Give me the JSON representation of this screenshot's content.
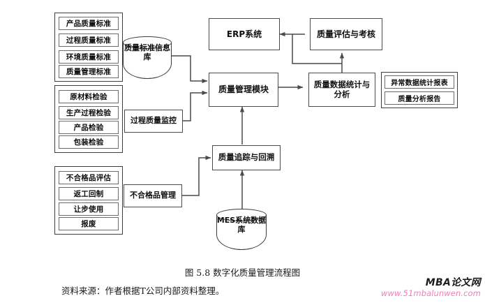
{
  "figure": {
    "caption": "图 5.8  数字化质量管理流程图",
    "source": "资料来源：作者根据T公司内部资料整理。"
  },
  "watermark": {
    "brand": "MBA论文网",
    "url": "www.51mbalunwen.com",
    "url_color": "#ef7fb7",
    "brand_color": "#1c1c1c"
  },
  "style": {
    "stroke": "#4a4a4a",
    "chip_stroke": "#6b6b6b",
    "background": "#ffffff",
    "text": "#0d0d0d"
  },
  "groups": [
    {
      "id": "standards-group",
      "items": [
        "产品质量标准",
        "过程质量标准",
        "环境质量标准",
        "质量管理标准"
      ]
    },
    {
      "id": "inspection-group",
      "items": [
        "原材料检验",
        "生产过程检验",
        "产品检验",
        "包装检验"
      ]
    },
    {
      "id": "nonconforming-group",
      "items": [
        "不合格品评估",
        "返工回制",
        "让步使用",
        "报废"
      ]
    },
    {
      "id": "reports-group",
      "items": [
        "异常数据统计报表",
        "质量分析报告"
      ]
    }
  ],
  "nodes": {
    "quality_standard_db": "质量标准信息库",
    "process_quality_monitor": "过程质量监控",
    "nonconforming_management": "不合格品管理",
    "erp_system": "ERP系统",
    "quality_evaluation": "质量评估与考核",
    "quality_management_module": "质量管理模块",
    "quality_data_analysis": "质量数据统计与分析",
    "quality_traceability": "质量追踪与回溯",
    "mes_database": "MES系统数据库"
  },
  "flows": [
    {
      "from": "quality_standard_db",
      "to": "quality_management_module"
    },
    {
      "from": "process_quality_monitor",
      "to": "quality_management_module"
    },
    {
      "from": "nonconforming_management",
      "to": "quality_traceability"
    },
    {
      "from": "quality_traceability",
      "to": "quality_management_module"
    },
    {
      "from": "mes_database",
      "to": "quality_traceability"
    },
    {
      "from": "quality_management_module",
      "to": "quality_data_analysis"
    },
    {
      "from": "quality_data_analysis",
      "to": "quality_evaluation"
    },
    {
      "from": "quality_evaluation",
      "to": "erp_system"
    },
    {
      "from": "quality_evaluation",
      "to": "quality_data_analysis"
    }
  ]
}
